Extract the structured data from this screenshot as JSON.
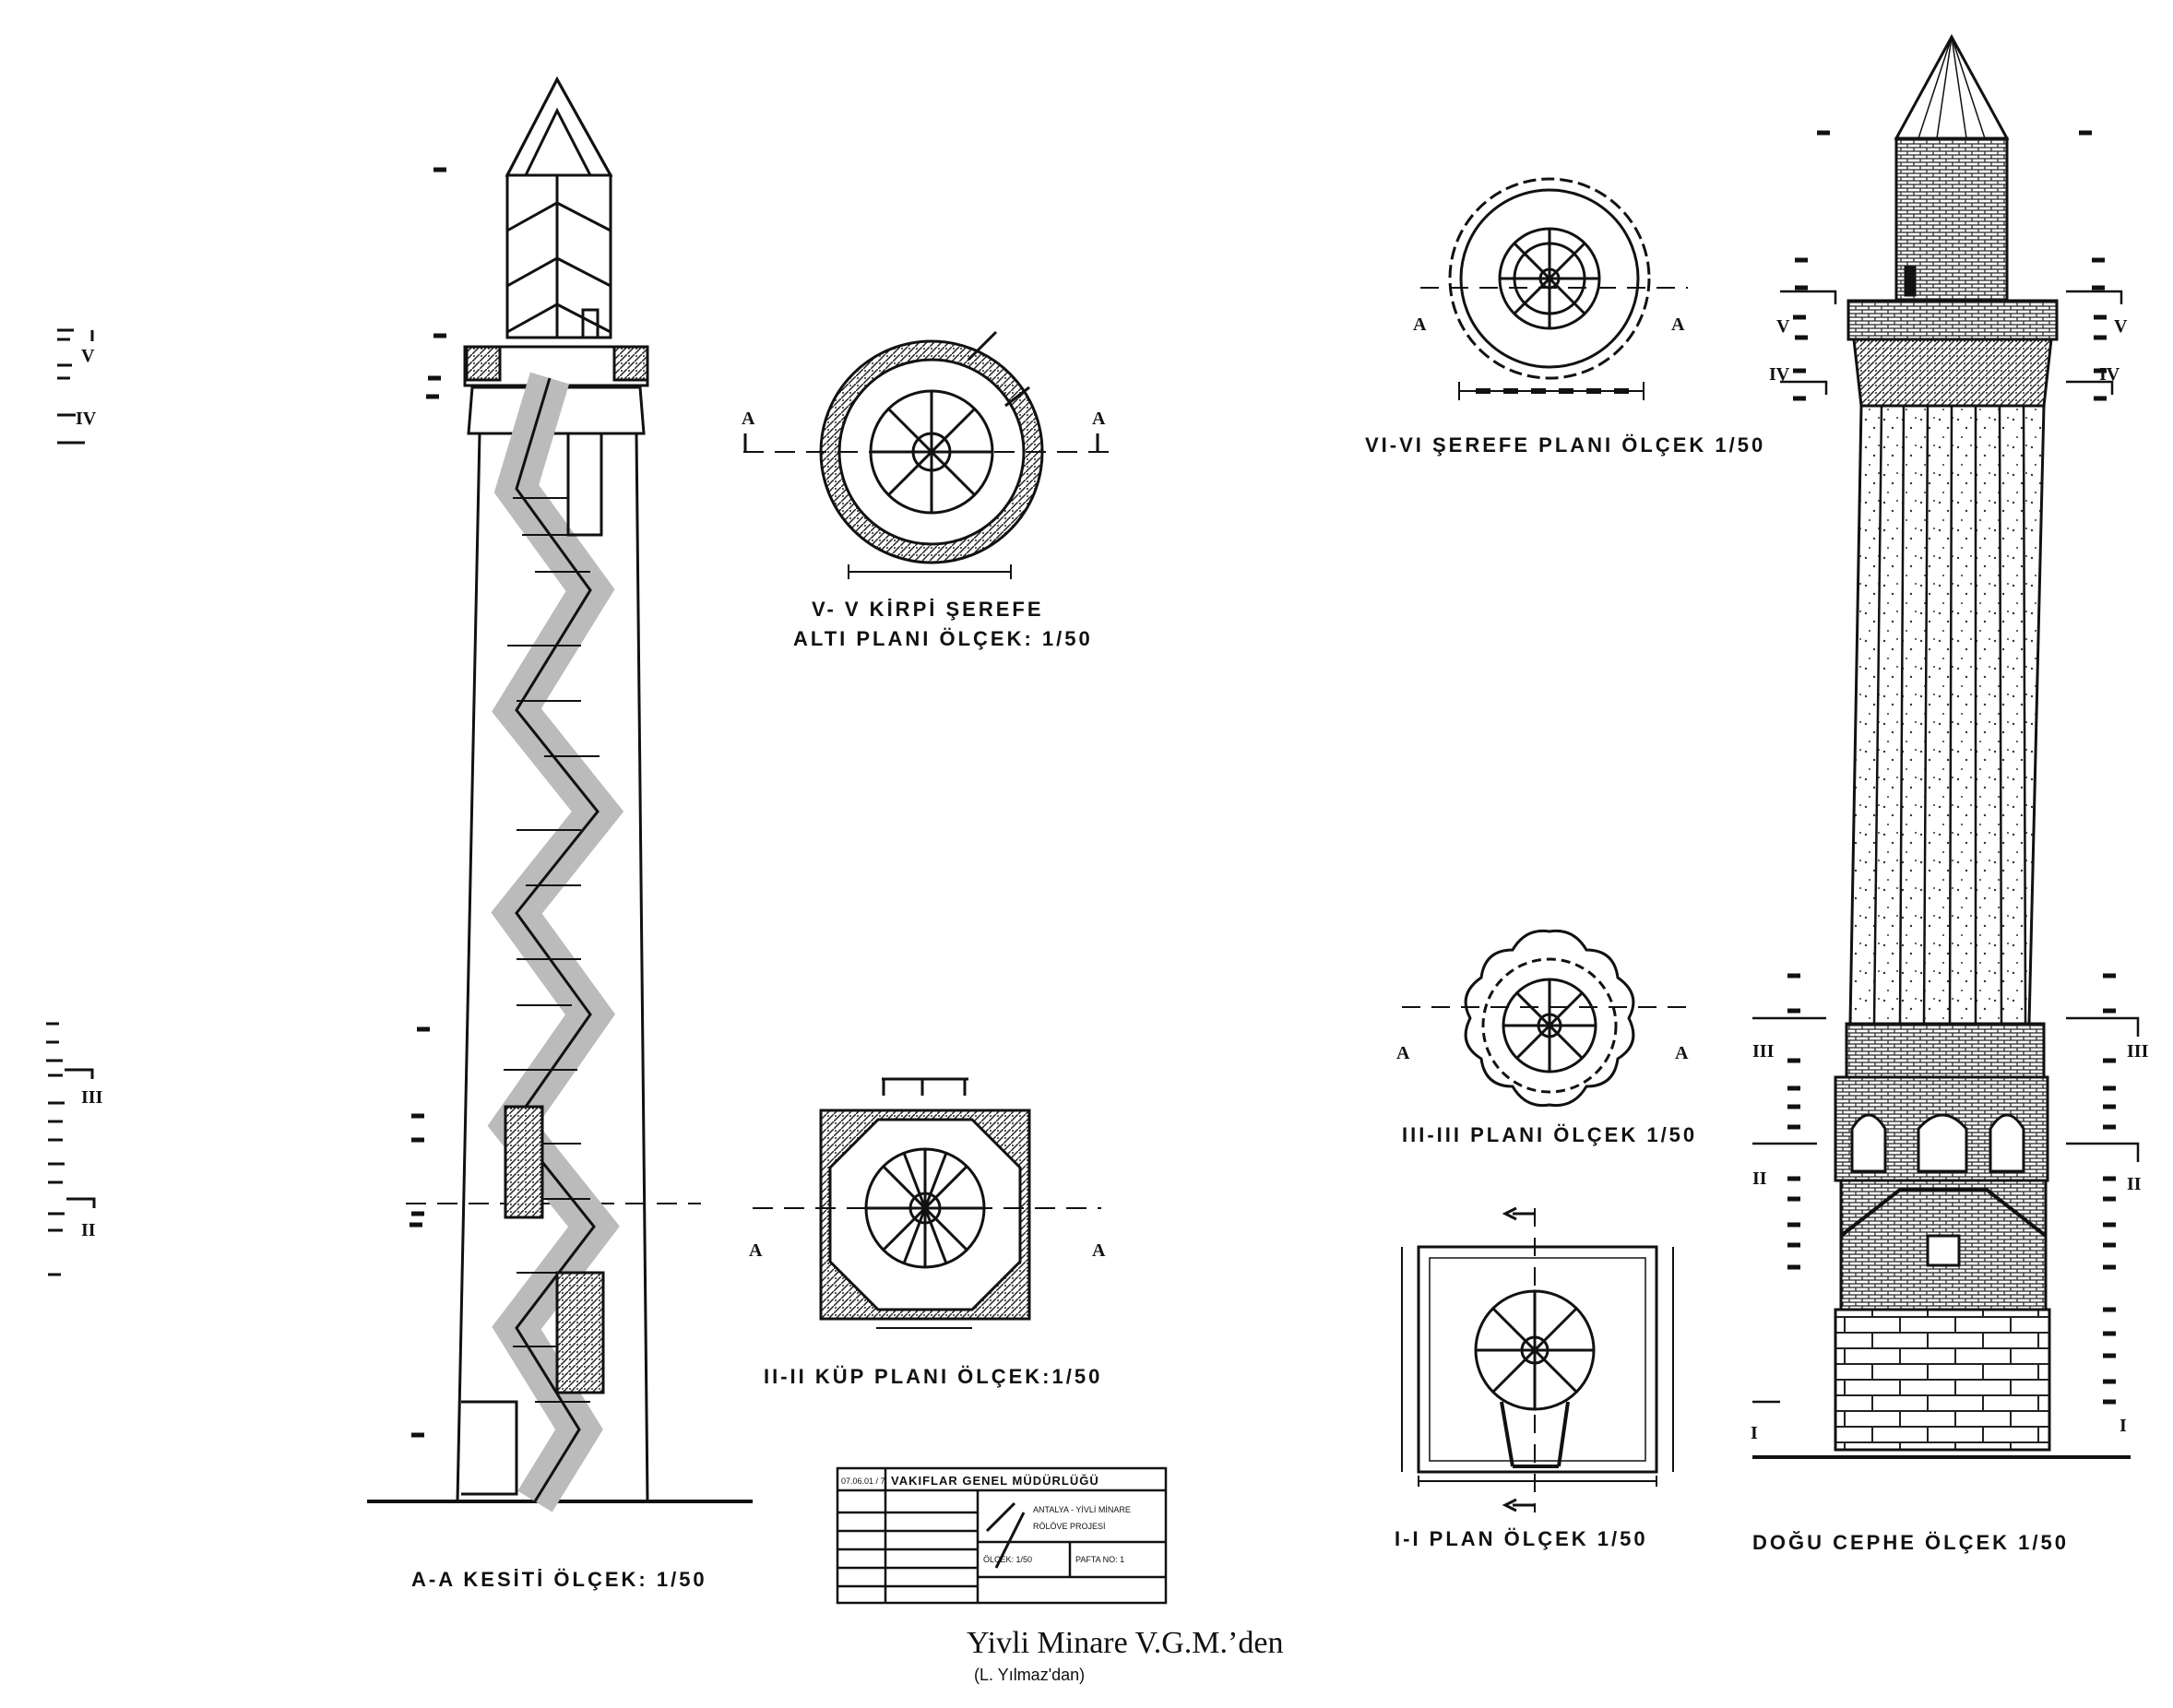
{
  "drawing": {
    "section_label": "A-A KESİTİ  ÖLÇEK: 1/50",
    "plan_v_label_line1": "V- V  KİRPİ ŞEREFE",
    "plan_v_label_line2": "ALTI  PLANI ÖLÇEK: 1/50",
    "plan_vi_label": "VI-VI  ŞEREFE  PLANI ÖLÇEK  1/50",
    "plan_iii_label": "III-III  PLANI  ÖLÇEK 1/50",
    "plan_ii_label": "II-II KÜP  PLANI ÖLÇEK:1/50",
    "plan_i_label": "I-I  PLAN  ÖLÇEK  1/50",
    "elevation_label": "DOĞU CEPHE  ÖLÇEK  1/50",
    "section_marks": {
      "a": "A",
      "i": "I",
      "ii": "II",
      "iii": "III",
      "iv": "IV",
      "v": "V"
    }
  },
  "title_block": {
    "code": "07.06.01 / 7",
    "agency": "VAKIFLAR GENEL MÜDÜRLÜĞÜ",
    "project": "ANTALYA - YİVLİ MİNARE",
    "project_type": "RÖLÖVE PROJESİ",
    "scale": "ÖLÇEK: 1/50",
    "sheet": "PAFTA NO: 1"
  },
  "caption": {
    "title": "Yivli Minare  V.G.M.’den",
    "credit": "(L. Yılmaz'dan)"
  },
  "colors": {
    "ink": "#111111",
    "paper": "#ffffff"
  }
}
